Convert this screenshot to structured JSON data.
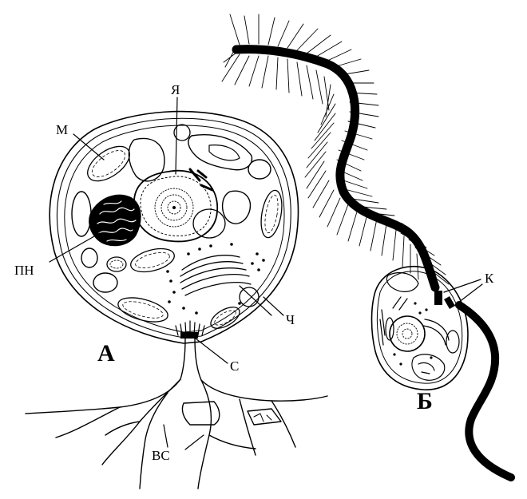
{
  "labels": {
    "m": "М",
    "ya": "Я",
    "pn": "ПН",
    "ch": "Ч",
    "s": "С",
    "vs": "ВС",
    "k": "К",
    "a": "А",
    "b": "Б"
  },
  "colors": {
    "ink": "#000000",
    "paper": "#ffffff"
  }
}
